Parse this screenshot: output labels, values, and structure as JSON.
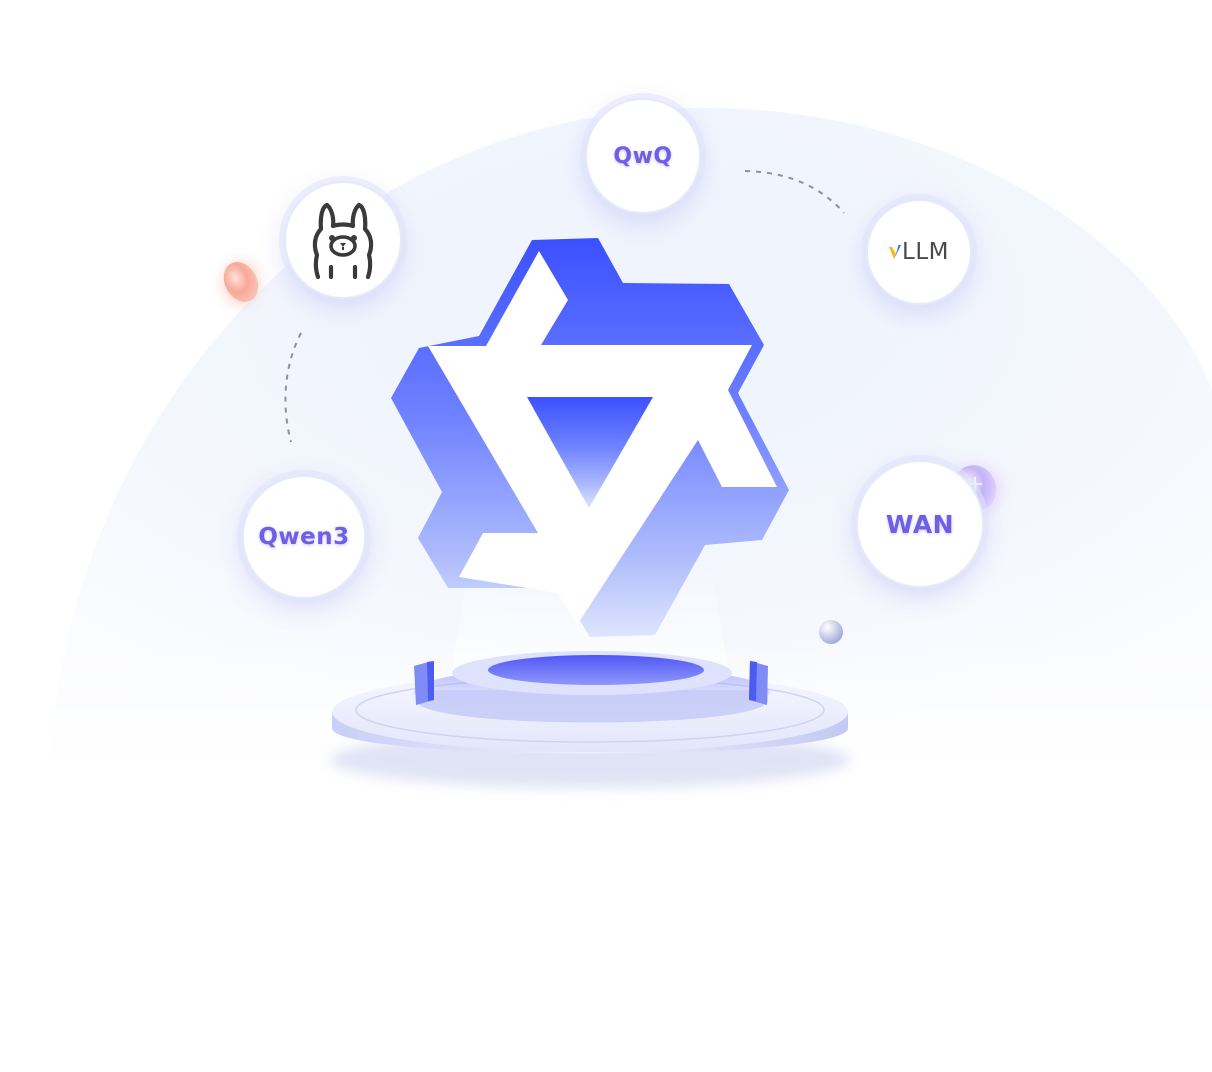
{
  "integrations": {
    "qwq": {
      "label": "QwQ"
    },
    "ollama": {
      "icon": "llama-icon"
    },
    "vllm": {
      "mark": "v",
      "label": "LLM"
    },
    "qwen3": {
      "label": "Qwen3"
    },
    "wan": {
      "label": "WAN"
    }
  },
  "center": {
    "icon": "qwen-logo-icon"
  },
  "colors": {
    "accent": "#6f5fe6",
    "logo_top": "#3c53ff",
    "logo_bottom": "#a7b6fb",
    "vllm_mark_yellow": "#f5b91e",
    "vllm_mark_blue": "#2f6df0"
  }
}
